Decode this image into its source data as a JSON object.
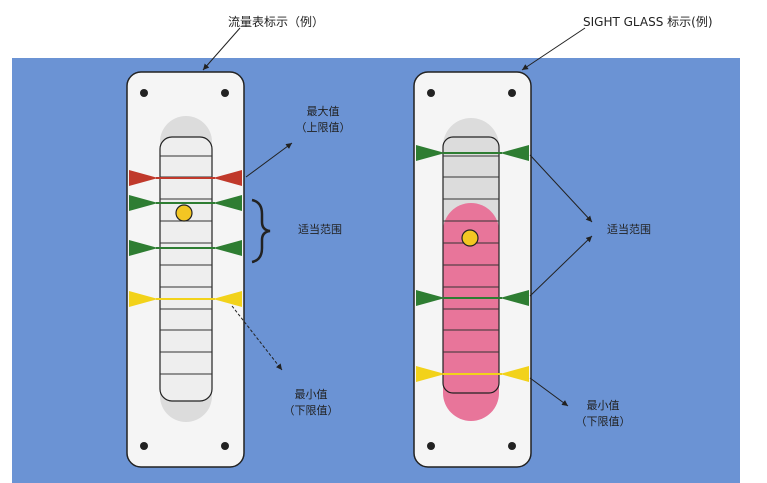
{
  "captions": {
    "left": "流量表标示（例）",
    "right": "SIGHT GLASS 标示(例)"
  },
  "left_gauge": {
    "max_label_1": "最大值",
    "max_label_2": "（上限值）",
    "range_label": "适当范围",
    "min_label_1": "最小值",
    "min_label_2": "（下限值）"
  },
  "right_gauge": {
    "range_label": "适当范围",
    "min_label_1": "最小值",
    "min_label_2": "（下限值）"
  },
  "colors": {
    "panel_bg": "#6b93d4",
    "max_marker": "#c0392b",
    "range_marker": "#2e7d32",
    "min_marker": "#f2d21a",
    "fluid": "#e8759a",
    "float": "#f3c623"
  }
}
